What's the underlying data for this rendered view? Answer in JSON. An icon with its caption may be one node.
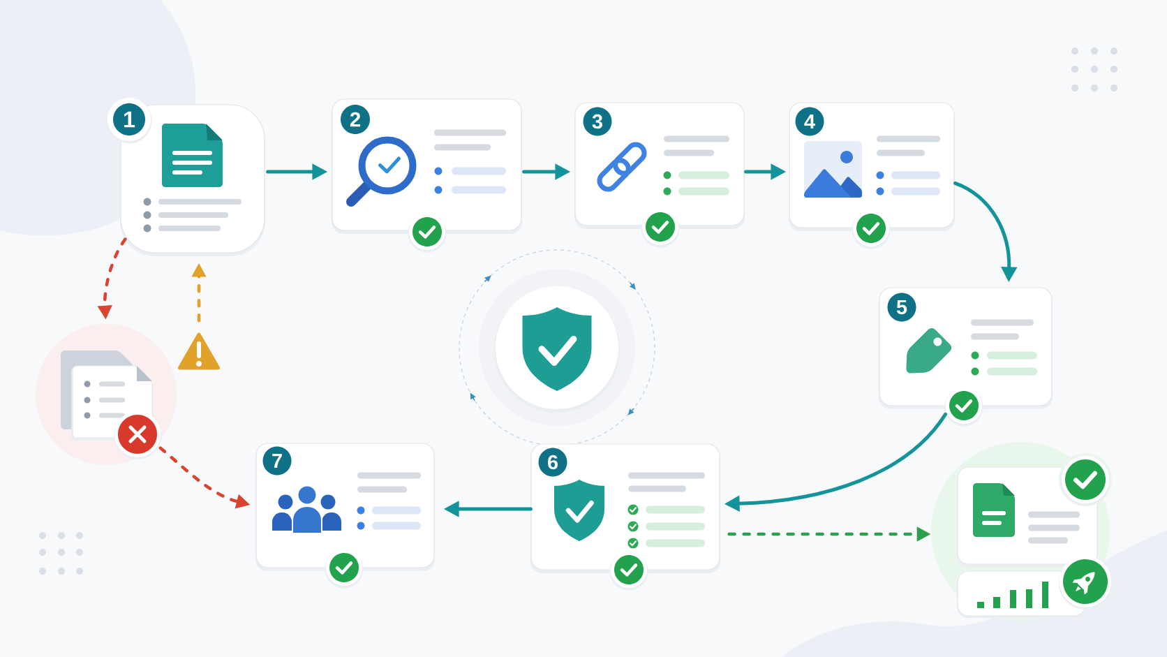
{
  "diagram": {
    "nodes": [
      {
        "text": [
          "1"
        ]
      },
      {
        "text": [
          "2"
        ]
      },
      {
        "text": [
          "3"
        ]
      },
      {
        "text": [
          "4"
        ]
      },
      {
        "text": [
          "5"
        ]
      },
      {
        "text": [
          "6"
        ]
      },
      {
        "text": [
          "7"
        ]
      },
      {
        "text": [],
        "shape": "circle"
      },
      {
        "text": [],
        "shape": "triangle"
      },
      {
        "text": [],
        "shape": "circle"
      }
    ],
    "edges": [
      {
        "from": 0,
        "to": 1,
        "arrow": "to"
      },
      {
        "from": 1,
        "to": 2,
        "arrow": "to"
      },
      {
        "from": 2,
        "to": 3,
        "arrow": "to"
      },
      {
        "from": 3,
        "to": 4,
        "arrow": "to"
      },
      {
        "from": 4,
        "to": 5,
        "arrow": "to"
      },
      {
        "from": 5,
        "to": 6,
        "arrow": "to"
      },
      {
        "from": 5,
        "to": 9,
        "arrow": "to",
        "style": "dashed",
        "color": "#2e9e4f"
      },
      {
        "from": 0,
        "to": 7,
        "arrow": "to",
        "style": "dashed",
        "color": "#d9432f"
      },
      {
        "from": 8,
        "to": 0,
        "arrow": "to",
        "style": "dashed",
        "color": "#e2a22a"
      },
      {
        "from": 7,
        "to": 6,
        "arrow": "to",
        "style": "dashed",
        "color": "#d9432f"
      }
    ]
  }
}
